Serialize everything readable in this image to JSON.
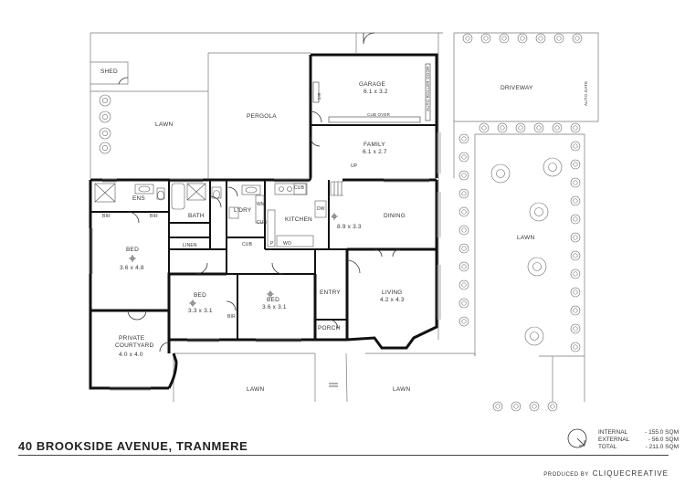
{
  "plan": {
    "address": "40 BROOKSIDE AVENUE, TRANMERE",
    "rooms": [
      {
        "id": "shed",
        "name": "SHED"
      },
      {
        "id": "lawn-back",
        "name": "LAWN"
      },
      {
        "id": "pergola",
        "name": "PERGOLA"
      },
      {
        "id": "garage",
        "name": "GARAGE",
        "dims": "6.1 x 3.2"
      },
      {
        "id": "driveway",
        "name": "DRIVEWAY"
      },
      {
        "id": "family",
        "name": "FAMILY",
        "dims": "6.1 x 2.7"
      },
      {
        "id": "ens",
        "name": "ENS"
      },
      {
        "id": "bir-1",
        "name": "BIR"
      },
      {
        "id": "bir-2",
        "name": "BIR"
      },
      {
        "id": "bath",
        "name": "BATH"
      },
      {
        "id": "ldry",
        "name": "L'DRY"
      },
      {
        "id": "kitchen",
        "name": "KITCHEN"
      },
      {
        "id": "dining",
        "name": "DINING",
        "dims": "8.9 x 3.3"
      },
      {
        "id": "linen",
        "name": "LINEN"
      },
      {
        "id": "bed-main",
        "name": "BED",
        "dims": "3.6 x 4.8"
      },
      {
        "id": "bed-2",
        "name": "BED",
        "dims": "3.3 x 3.1"
      },
      {
        "id": "bed-3",
        "name": "BED",
        "dims": "3.6 x 3.1"
      },
      {
        "id": "bir-3",
        "name": "BIR"
      },
      {
        "id": "entry",
        "name": "ENTRY"
      },
      {
        "id": "porch",
        "name": "PORCH"
      },
      {
        "id": "living",
        "name": "LIVING",
        "dims": "4.2 x 4.3"
      },
      {
        "id": "courtyard",
        "name": "PRIVATE COURTYARD",
        "line1": "PRIVATE",
        "line2": "COURTYARD",
        "dims": "4.0 x 4.0"
      },
      {
        "id": "lawn-front-left",
        "name": "LAWN"
      },
      {
        "id": "lawn-front-right",
        "name": "LAWN"
      },
      {
        "id": "lawn-side",
        "name": "LAWN"
      }
    ],
    "fixtures": {
      "cub": "CUB",
      "wm": "WM",
      "cub2": "CUB",
      "cub3": "CUB",
      "dw": "DW",
      "wo": "WO",
      "p": "P",
      "bc": "B/C",
      "up": "UP",
      "cub_over": "CUB OVER",
      "roller_door": "AUTO ROLLER DOOR",
      "auto_gate": "AUTO GATE"
    },
    "areas": [
      {
        "label": "INTERNAL",
        "value": "- 155.0 SQM"
      },
      {
        "label": "EXTERNAL",
        "value": "-  56.0 SQM"
      },
      {
        "label": "TOTAL",
        "value": "- 211.0 SQM"
      }
    ],
    "credit": {
      "prefix": "PRODUCED BY",
      "brand": "CLIQUECREATIVE"
    }
  }
}
